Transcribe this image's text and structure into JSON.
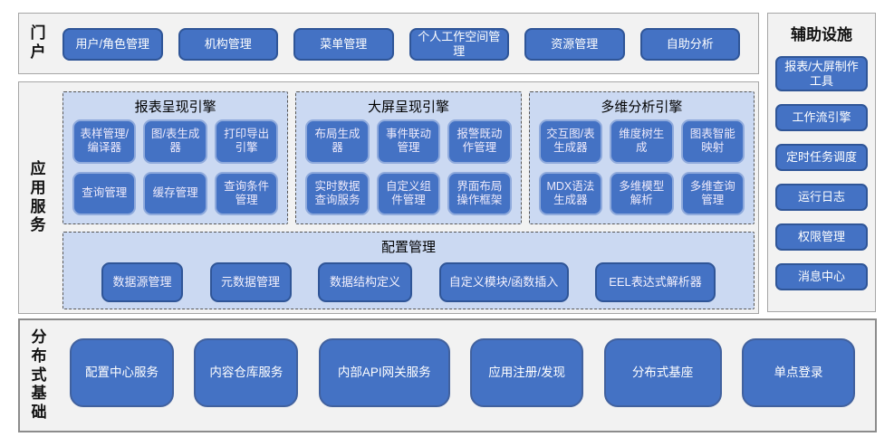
{
  "colors": {
    "accent_blue": "#4472c4",
    "accent_blue_dark": "#2f5597",
    "panel_light_blue": "#cbd9f2",
    "section_gray": "#f2f2f2"
  },
  "portal": {
    "label": "门户",
    "items": [
      "用户/角色管理",
      "机构管理",
      "菜单管理",
      "个人工作空间管理",
      "资源管理",
      "自助分析"
    ]
  },
  "app_services": {
    "label": "应用服务",
    "engines": [
      {
        "title": "报表呈现引擎",
        "items": [
          "表样管理/编译器",
          "图/表生成器",
          "打印导出引擎",
          "查询管理",
          "缓存管理",
          "查询条件管理"
        ]
      },
      {
        "title": "大屏呈现引擎",
        "items": [
          "布局生成器",
          "事件联动管理",
          "报警既动作管理",
          "实时数据查询服务",
          "自定义组件管理",
          "界面布局操作框架"
        ]
      },
      {
        "title": "多维分析引擎",
        "items": [
          "交互图/表生成器",
          "维度树生成",
          "图表智能映射",
          "MDX语法生成器",
          "多维模型解析",
          "多维查询管理"
        ]
      }
    ],
    "config": {
      "title": "配置管理",
      "items": [
        "数据源管理",
        "元数据管理",
        "数据结构定义",
        "自定义模块/函数插入",
        "EEL表达式解析器"
      ]
    }
  },
  "auxiliary": {
    "label": "辅助设施",
    "items": [
      "报表/大屏制作工具",
      "工作流引擎",
      "定时任务调度",
      "运行日志",
      "权限管理",
      "消息中心"
    ]
  },
  "foundation": {
    "label": "分布式基础",
    "items": [
      "配置中心服务",
      "内容仓库服务",
      "内部API网关服务",
      "应用注册/发现",
      "分布式基座",
      "单点登录"
    ]
  }
}
